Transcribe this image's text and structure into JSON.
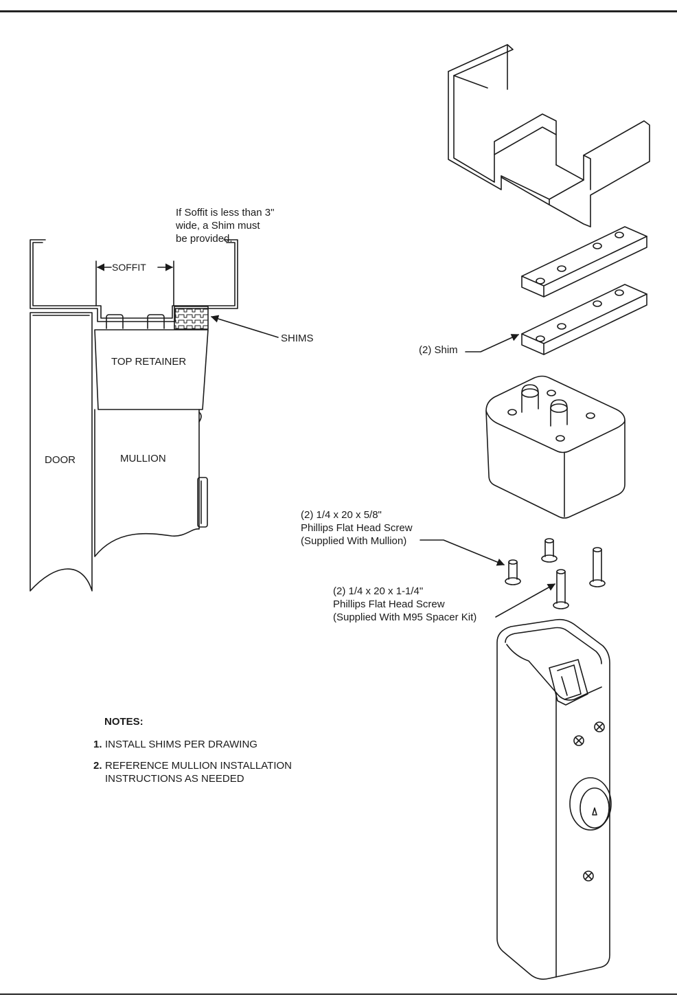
{
  "section_detail": {
    "soffit_note": "If Soffit is less than 3\"\nwide, a Shim must\nbe provided.",
    "soffit_label": "SOFFIT",
    "shims_label": "SHIMS",
    "top_retainer_label": "TOP RETAINER",
    "door_label": "DOOR",
    "mullion_label": "MULLION"
  },
  "exploded_view": {
    "shim_label": "(2) Shim",
    "screw_short_label": "(2) 1/4 x 20 x 5/8\"\nPhillips Flat Head Screw\n(Supplied With Mullion)",
    "screw_long_label": "(2) 1/4 x 20 x 1-1/4\"\nPhillips Flat Head Screw\n(Supplied With M95 Spacer Kit)"
  },
  "notes": {
    "title": "NOTES:",
    "items": [
      {
        "number": "1.",
        "text": "INSTALL SHIMS PER DRAWING"
      },
      {
        "number": "2.",
        "text": "REFERENCE MULLION INSTALLATION\nINSTRUCTIONS AS NEEDED"
      }
    ]
  }
}
